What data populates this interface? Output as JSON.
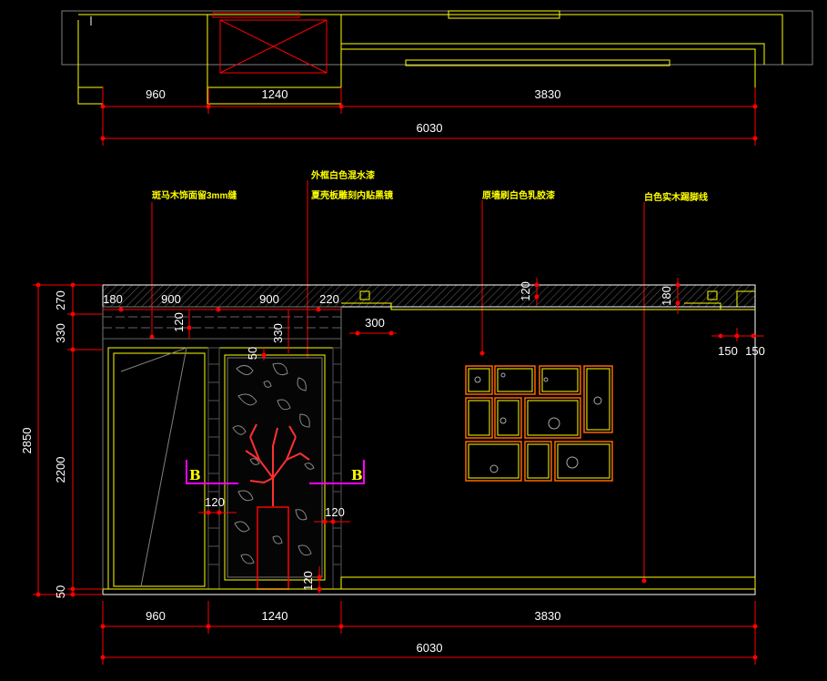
{
  "top_plan": {
    "dims_row1": [
      "960",
      "1240",
      "3830"
    ],
    "dims_total": "6030"
  },
  "notes": {
    "n1": "斑马木饰面留3mm缝",
    "n2": "外框白色混水漆",
    "n3": "夏壳板雕刻内贴黑镜",
    "n4": "原墙刷白色乳胶漆",
    "n5": "白色实木踢脚线"
  },
  "elevation": {
    "top_dims": [
      "180",
      "900",
      "900",
      "220"
    ],
    "left_dims": [
      "270",
      "330",
      "2200",
      "50"
    ],
    "left_total": "2850",
    "inner": {
      "d120_a": "120",
      "d330": "330",
      "d50": "50",
      "d300": "300",
      "d120_b": "120",
      "d180": "180",
      "d150_a": "150",
      "d150_b": "150",
      "d120_left": "120",
      "d120_right": "120",
      "d120_bottom": "120"
    },
    "section_left": "B",
    "section_right": "B",
    "bottom_dims": [
      "960",
      "1240",
      "3830"
    ],
    "bottom_total": "6030"
  },
  "colors": {
    "yellow": "#ffff00",
    "red": "#ff0000",
    "magenta": "#ff00ff",
    "white": "#ffffff",
    "gray": "#808080",
    "background": "#000000"
  }
}
